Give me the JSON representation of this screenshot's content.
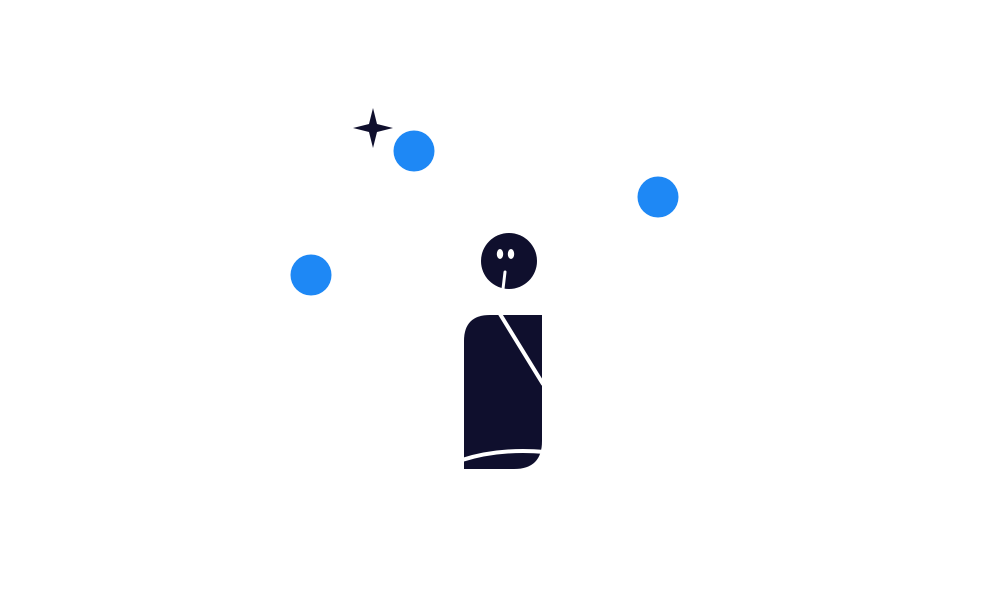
{
  "illustration": {
    "subject": "stylized-figure",
    "colors": {
      "background": "#FFFFFF",
      "figure": "#0F0F2D",
      "accent_dots": "#1E88F5",
      "detail_lines": "#FFFFFF"
    },
    "elements": [
      "sparkle-icon",
      "accent-dot-top",
      "accent-dot-right",
      "accent-dot-left",
      "figure-head",
      "figure-body"
    ]
  }
}
